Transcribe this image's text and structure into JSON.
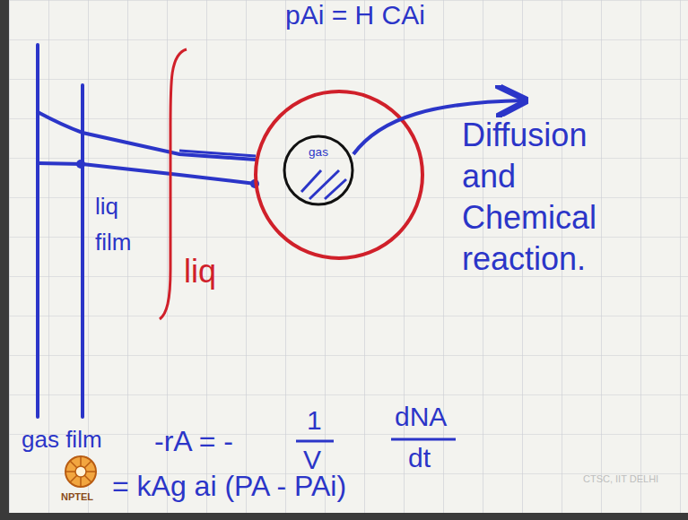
{
  "diagram": {
    "nodes": [
      {
        "text": [
          "gas"
        ]
      }
    ],
    "labels": [
      "pAi = H CAi",
      "liq film",
      "liq",
      "Diffusion and Chemical reaction.",
      "gas film",
      "-rA = -",
      "1",
      "V",
      "dNA",
      "dt",
      "= kAg ai (PA - PAi)",
      "NPTEL",
      "CTSC, IIT DELHI"
    ]
  }
}
